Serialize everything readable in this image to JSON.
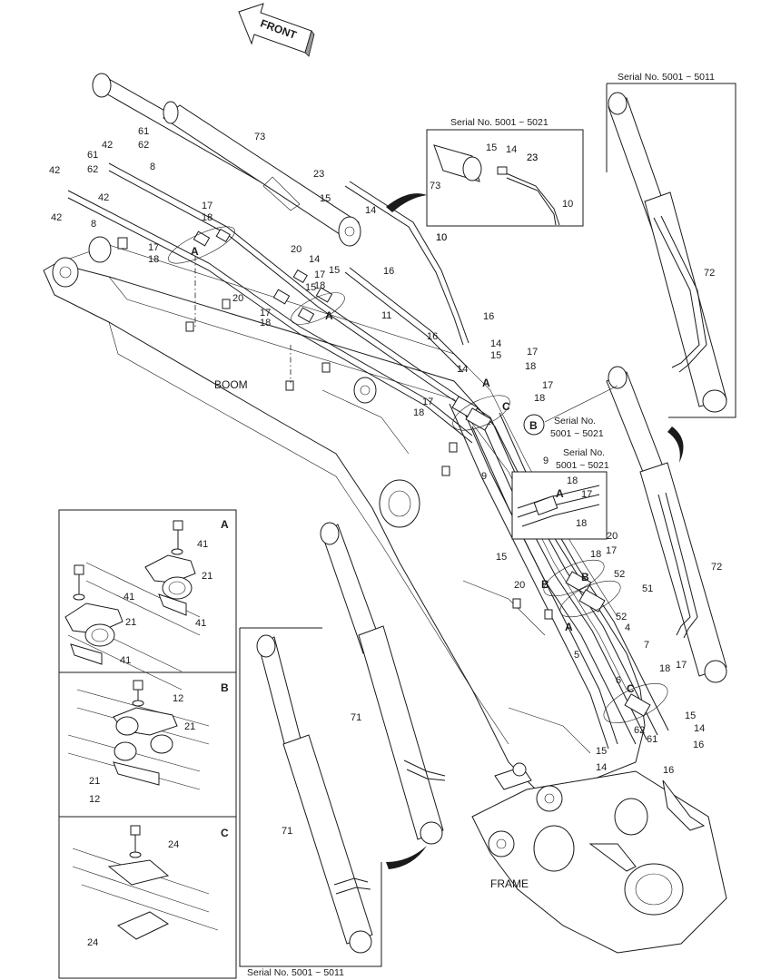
{
  "arrow_label": "FRONT",
  "regions": {
    "boom": "BOOM",
    "frame": "FRAME"
  },
  "serials": {
    "top_inset": "Serial No. 5001 ~ 5021",
    "right_top": "Serial No. 5001 ~ 5011",
    "mid_b_line1": "Serial No.",
    "mid_b_line2": "5001 ~ 5021",
    "mid_a_line1": "Serial No.",
    "mid_a_line2": "5001 ~ 5021",
    "bottom": "Serial No. 5001 ~ 5011"
  },
  "details": {
    "A": {
      "letter": "A",
      "parts": [
        "41",
        "21",
        "41",
        "41",
        "21",
        "41"
      ]
    },
    "B": {
      "letter": "B",
      "parts": [
        "12",
        "21",
        "21",
        "12"
      ]
    },
    "C": {
      "letter": "C",
      "parts": [
        "24",
        "24"
      ]
    }
  },
  "callouts": [
    "61",
    "62",
    "61",
    "62",
    "42",
    "42",
    "42",
    "42",
    "8",
    "8",
    "73",
    "23",
    "15",
    "14",
    "23",
    "10",
    "17",
    "18",
    "17",
    "18",
    "A",
    "20",
    "14",
    "15",
    "16",
    "10",
    "15",
    "17",
    "18",
    "20",
    "17",
    "18",
    "A",
    "11",
    "16",
    "16",
    "14",
    "15",
    "14",
    "17",
    "18",
    "17",
    "18",
    "A",
    "C",
    "B",
    "17",
    "18",
    "9",
    "9",
    "18",
    "A",
    "17",
    "18",
    "20",
    "15",
    "18",
    "17",
    "20",
    "52",
    "B",
    "51",
    "A",
    "52",
    "4",
    "5",
    "7",
    "6",
    "18",
    "17",
    "C",
    "15",
    "62",
    "61",
    "14",
    "16",
    "15",
    "14",
    "16",
    "71",
    "71",
    "72",
    "72",
    "15",
    "14",
    "23",
    "73",
    "10"
  ]
}
